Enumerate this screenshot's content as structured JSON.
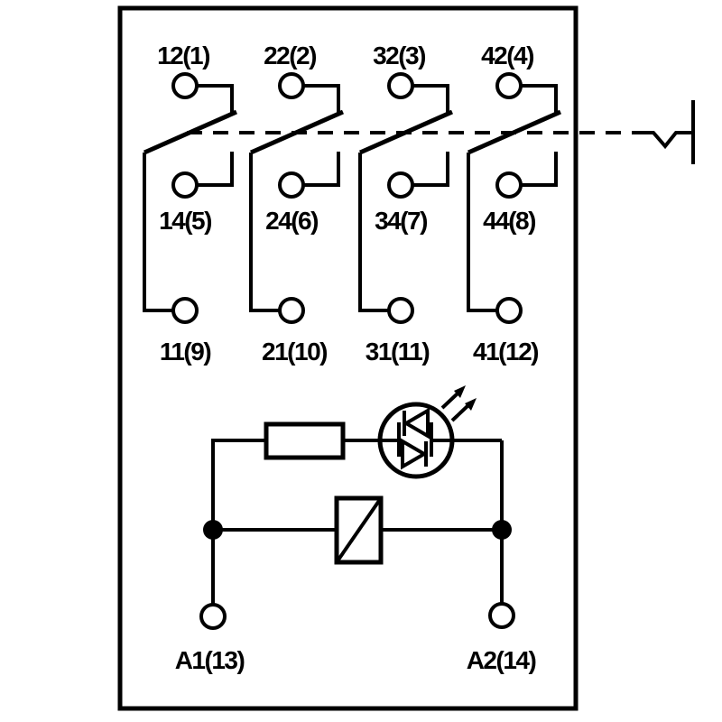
{
  "diagram": {
    "kind": "relay wiring schematic, 4-pole changeover contacts with coil and LED indicator",
    "colors": {
      "line": "#000000",
      "background": "#ffffff"
    },
    "poles": [
      {
        "nc_label": "12(1)",
        "no_label": "14(5)",
        "common_label": "11(9)"
      },
      {
        "nc_label": "22(2)",
        "no_label": "24(6)",
        "common_label": "21(10)"
      },
      {
        "nc_label": "32(3)",
        "no_label": "34(7)",
        "common_label": "31(11)"
      },
      {
        "nc_label": "42(4)",
        "no_label": "44(8)",
        "common_label": "41(12)"
      }
    ],
    "coil_terminals": {
      "a1_label": "A1(13)",
      "a2_label": "A2(14)"
    },
    "symbols": {
      "mechanical_link": "dashed-linkage-line",
      "actuator": "manual-actuator-bar",
      "resistor": "resistor-box",
      "led": "bidirectional-led-in-circle",
      "led_light": "two-emission-arrows",
      "coil": "coil-box-with-diagonal"
    }
  }
}
